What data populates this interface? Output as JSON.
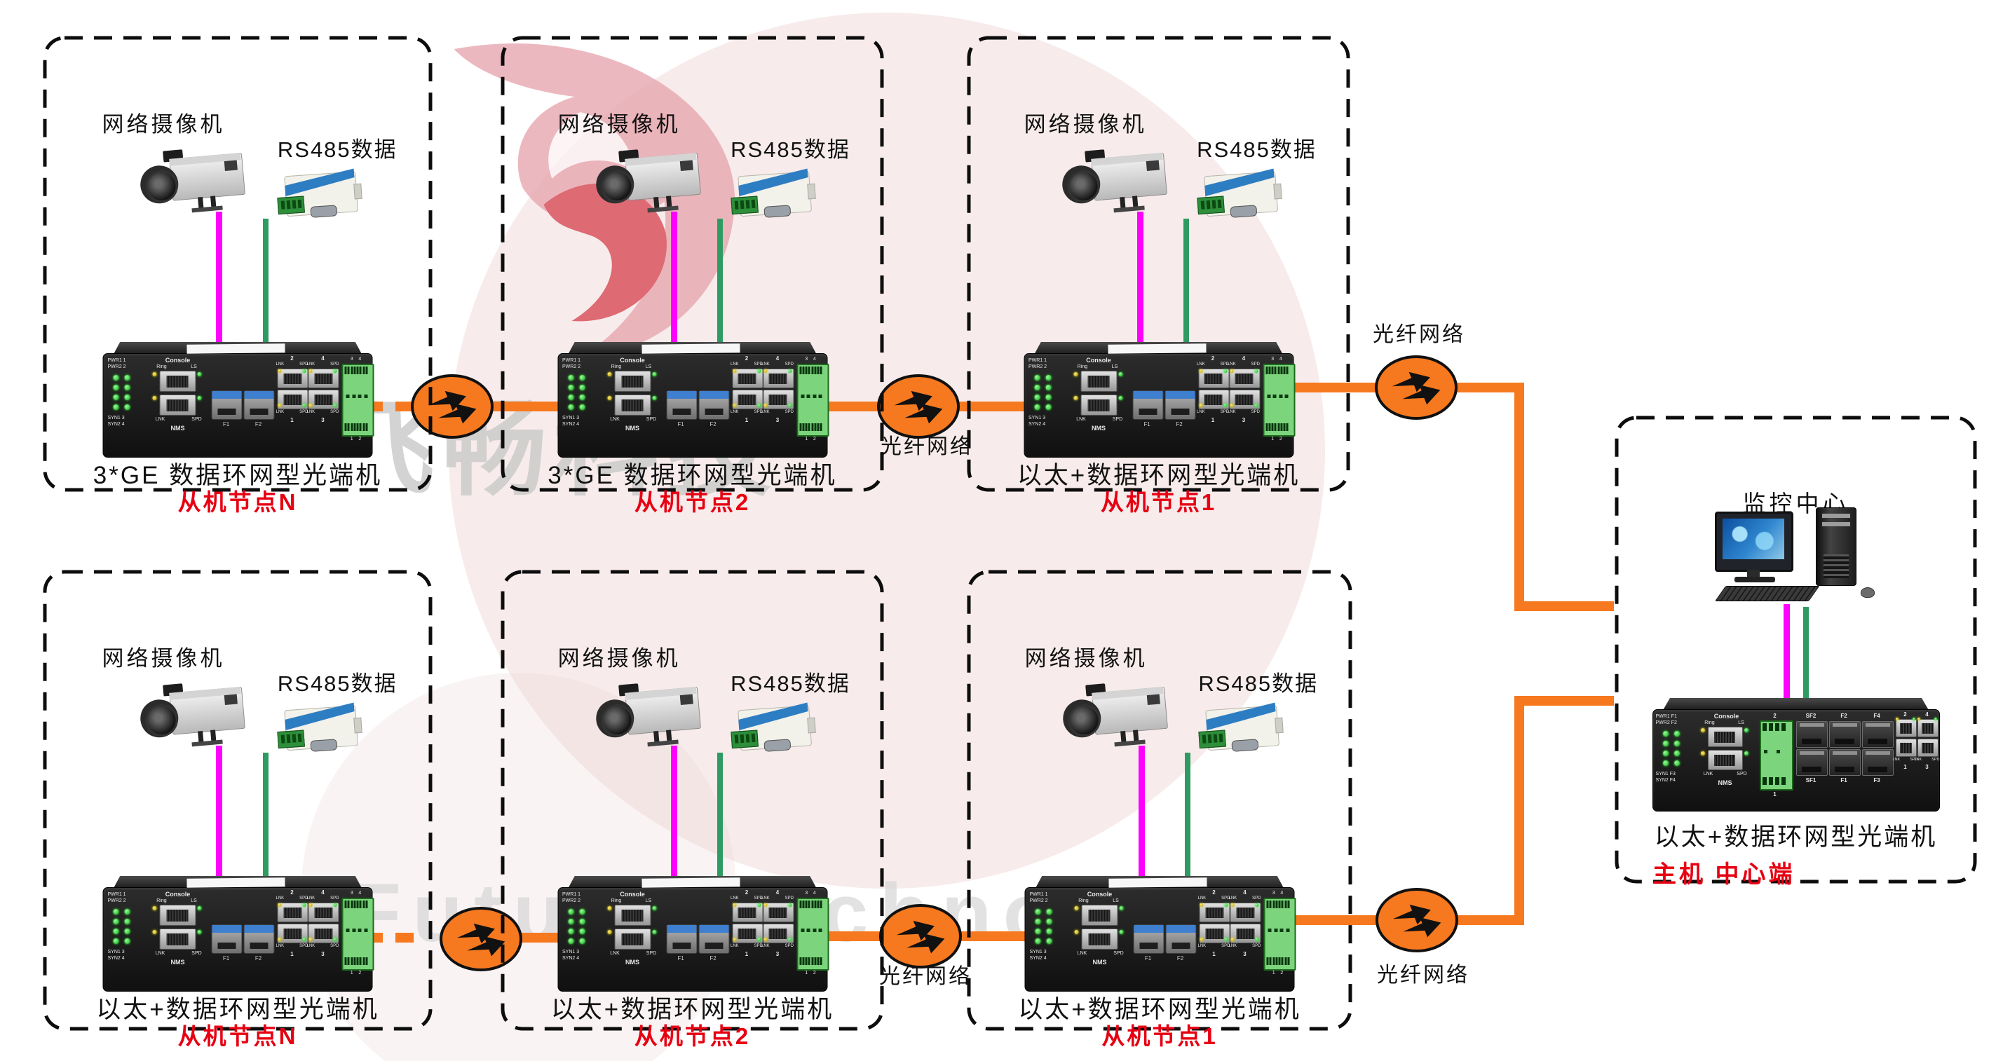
{
  "watermark": {
    "cjk_text": "飞畅科技",
    "latin_text": "Future Technology"
  },
  "fiber_network_label": "光纤网络",
  "nodes": [
    {
      "camera_label": "网络摄像机",
      "rs485_label": "RS485数据",
      "device_label": "3*GE 数据环网型光端机",
      "node_label": "从机节点N"
    },
    {
      "camera_label": "网络摄像机",
      "rs485_label": "RS485数据",
      "device_label": "3*GE 数据环网型光端机",
      "node_label": "从机节点2"
    },
    {
      "camera_label": "网络摄像机",
      "rs485_label": "RS485数据",
      "device_label": "以太+数据环网型光端机",
      "node_label": "从机节点1"
    },
    {
      "camera_label": "网络摄像机",
      "rs485_label": "RS485数据",
      "device_label": "以太+数据环网型光端机",
      "node_label": "从机节点N"
    },
    {
      "camera_label": "网络摄像机",
      "rs485_label": "RS485数据",
      "device_label": "以太+数据环网型光端机",
      "node_label": "从机节点2"
    },
    {
      "camera_label": "网络摄像机",
      "rs485_label": "RS485数据",
      "device_label": "以太+数据环网型光端机",
      "node_label": "从机节点1"
    }
  ],
  "center": {
    "title": "监控中心",
    "device_label": "以太+数据环网型光端机",
    "role_label": "主机 中心端"
  },
  "panel_slave": {
    "console": "Console",
    "ring": "Ring",
    "ls": "LS",
    "lnk": "LNK",
    "spd": "SPD",
    "nms": "NMS",
    "pwr_labels": [
      "PWR1 1",
      "PWR2 2"
    ],
    "syn_labels": [
      "SYN1 3",
      "SYN2 4"
    ],
    "sfp_labels": [
      "F1",
      "F2"
    ],
    "rj45_top_labels": [
      "2",
      "4"
    ],
    "rj45_bottom_labels": [
      "1",
      "3"
    ],
    "terminal_top_labels": [
      "3",
      "4"
    ],
    "terminal_bottom_labels": [
      "1",
      "2"
    ]
  },
  "panel_master": {
    "console": "Console",
    "ring": "Ring",
    "ls": "LS",
    "lnk": "LNK",
    "spd": "SPD",
    "nms": "NMS",
    "pwr_labels": [
      "PWR1 F1",
      "PWR2 F2"
    ],
    "syn_labels": [
      "SYN1 F3",
      "SYN2 F4"
    ],
    "sfp_top_labels": [
      "SF2",
      "F2",
      "F4"
    ],
    "sfp_bottom_labels": [
      "SF1",
      "F1",
      "F3"
    ],
    "rj45_top_labels": [
      "2",
      "4"
    ],
    "rj45_bottom_labels": [
      "1",
      "3"
    ],
    "terminal_top_labels": [
      "2"
    ],
    "terminal_bottom_labels": [
      "1"
    ]
  },
  "colors": {
    "fiber_orange": "#F6791F",
    "camera_line_magenta": "#FF00FF",
    "rs485_line_green": "#2E9B62",
    "node_label_red": "#E60012",
    "terminal_green": "#7CD47C",
    "sfp_latch_blue": "#3E7FD0",
    "rs485_stripe_blue": "#2D7DC2"
  }
}
